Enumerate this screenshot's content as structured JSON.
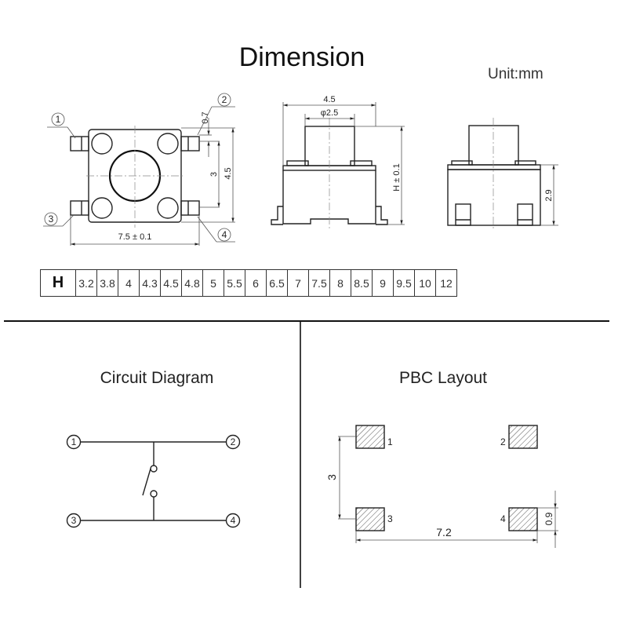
{
  "header": {
    "title": "Dimension",
    "unit": "Unit:mm"
  },
  "top_view": {
    "pins": [
      "1",
      "2",
      "3",
      "4"
    ],
    "dims": {
      "width": "7.5 ± 0.1",
      "body_height": "4.5",
      "pin_pitch": "3",
      "pin_width": "0.7"
    }
  },
  "front_view": {
    "dims": {
      "body_width": "4.5",
      "actuator_diameter": "φ2.5",
      "height": "H ± 0.1"
    }
  },
  "side_view": {
    "dims": {
      "body_height": "2.9"
    }
  },
  "height_table": {
    "label": "H",
    "values": [
      "3.2",
      "3.8",
      "4",
      "4.3",
      "4.5",
      "4.8",
      "5",
      "5.5",
      "6",
      "6.5",
      "7",
      "7.5",
      "8",
      "8.5",
      "9",
      "9.5",
      "10",
      "12"
    ]
  },
  "circuit": {
    "title": "Circuit Diagram",
    "pins": [
      "1",
      "2",
      "3",
      "4"
    ]
  },
  "pcb": {
    "title": "PBC Layout",
    "pads": [
      "1",
      "2",
      "3",
      "4"
    ],
    "dims": {
      "pitch_vertical": "3",
      "pitch_horizontal": "7.2",
      "pad_height": "0.9"
    }
  }
}
